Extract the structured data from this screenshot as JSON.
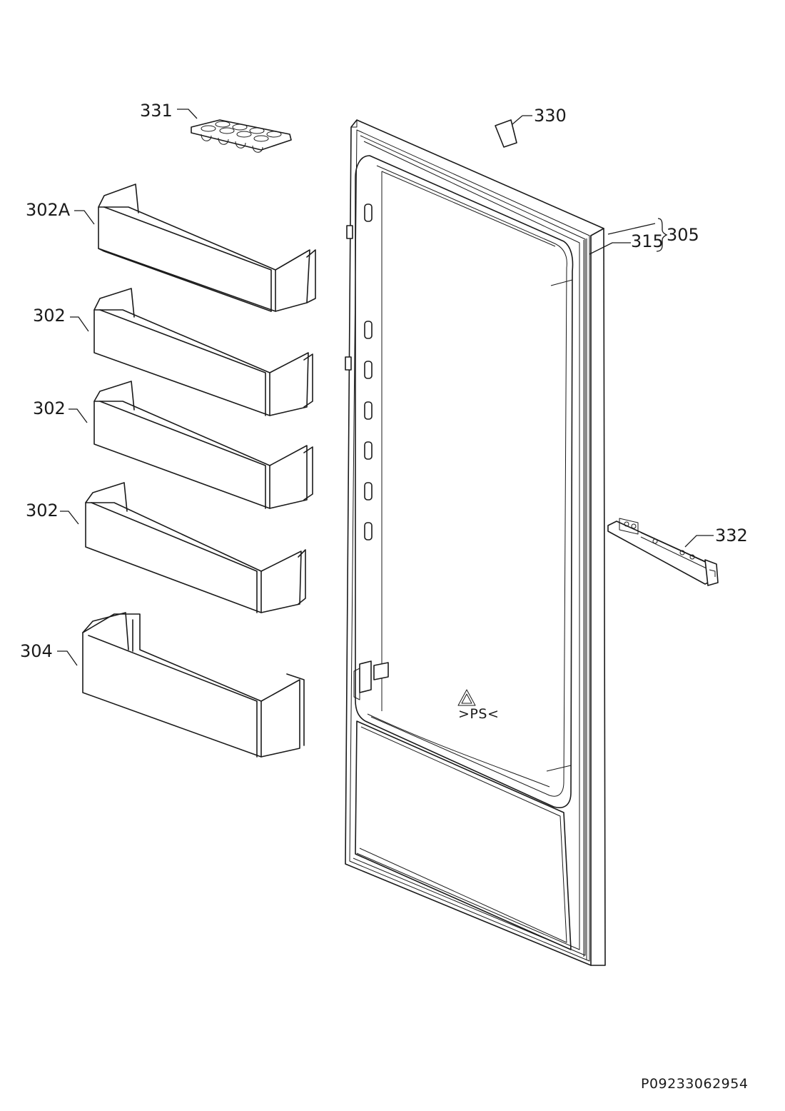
{
  "labels": {
    "p331": "331",
    "p330": "330",
    "p302a": "302A",
    "p305": "305",
    "p315": "315",
    "p302_1": "302",
    "p302_2": "302",
    "p302_3": "302",
    "p332": "332",
    "p304": "304"
  },
  "recycling_mark": ">PS<",
  "drawing_code": "P09233062954"
}
